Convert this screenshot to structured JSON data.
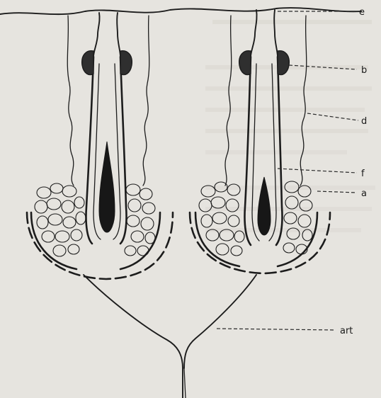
{
  "labels": {
    "e": "e",
    "b": "b",
    "d": "d",
    "f": "f",
    "a": "a",
    "art": "art"
  }
}
